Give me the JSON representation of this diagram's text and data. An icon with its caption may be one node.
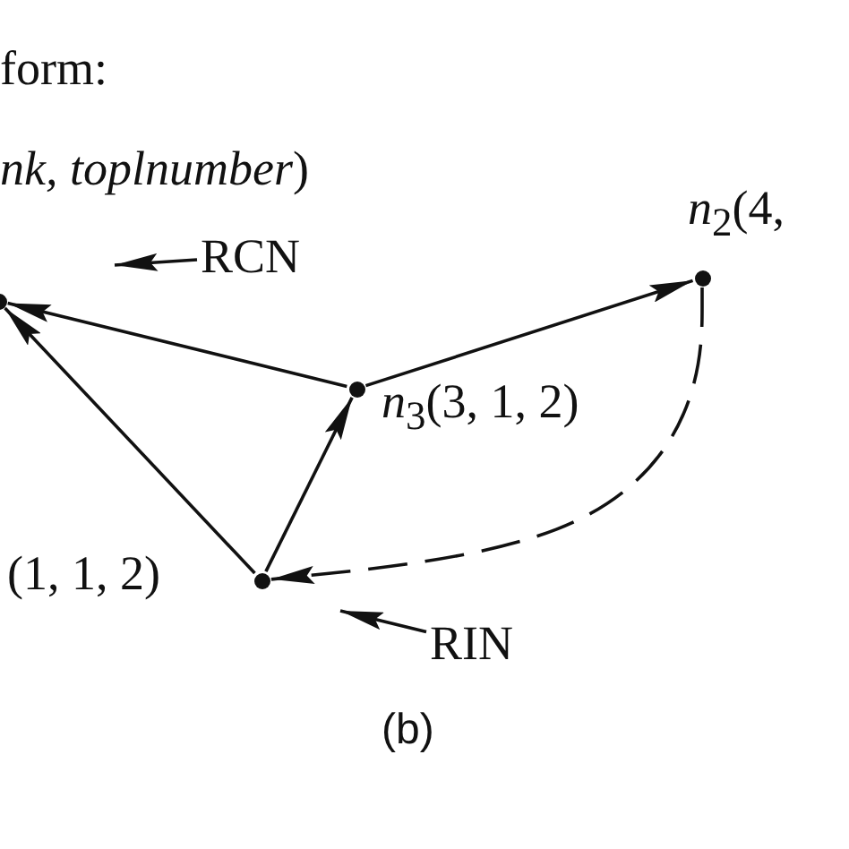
{
  "diagram": {
    "nodes": [
      {
        "text": [],
        "shape": "circle"
      },
      {
        "text": [],
        "shape": "circle",
        "beside": [
          "*n*$_{2}$(4,"
        ]
      },
      {
        "text": [],
        "shape": "circle",
        "beside": [
          "*n*$_{3}$(3, 1, 2)"
        ]
      },
      {
        "text": [],
        "shape": "circle",
        "beside": [
          "(1, 1, 2)"
        ]
      },
      {
        "text": [
          "RCN"
        ]
      },
      {
        "text": [
          "RIN"
        ]
      }
    ],
    "edges": [
      {
        "from": 2,
        "to": 0,
        "arrow": "to"
      },
      {
        "from": 3,
        "to": 0,
        "arrow": "to"
      },
      {
        "from": 3,
        "to": 2,
        "arrow": "to"
      },
      {
        "from": 2,
        "to": 1,
        "arrow": "to"
      },
      {
        "from": 1,
        "to": 3,
        "arrow": "to",
        "style": "dashed"
      },
      {
        "from": 4,
        "to": null,
        "arrow": "to"
      },
      {
        "from": 5,
        "to": null,
        "arrow": "to"
      }
    ],
    "labels": [
      "form:",
      "*nk, toplnumber*)",
      "(b)"
    ]
  }
}
